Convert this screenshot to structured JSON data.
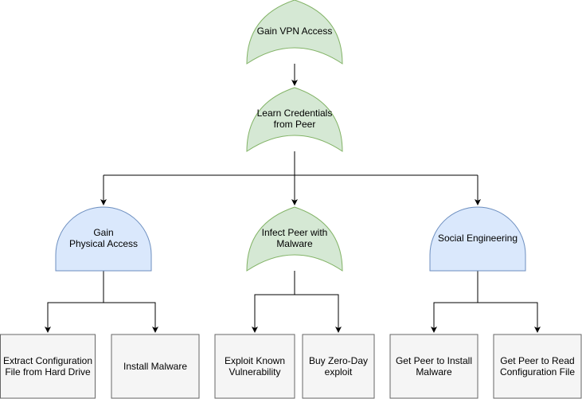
{
  "colors": {
    "or_gate_fill": "#d5e8d4",
    "or_gate_stroke": "#82b366",
    "and_gate_fill": "#dae8fc",
    "and_gate_stroke": "#6c8ebf",
    "leaf_fill": "#f5f5f5",
    "leaf_stroke": "#666666",
    "edge": "#000000"
  },
  "nodes": {
    "gain_vpn": {
      "label": "Gain VPN Access"
    },
    "learn_credentials": {
      "label": "Learn Credentials\nfrom Peer"
    },
    "physical_access": {
      "label": "Gain\nPhysical Access"
    },
    "infect_peer": {
      "label": "Infect Peer with\nMalware"
    },
    "social_engineering": {
      "label": "Social Engineering"
    },
    "extract_config": {
      "label": "Extract Configuration\nFile from Hard Drive"
    },
    "install_malware": {
      "label": "Install Malware"
    },
    "exploit_known": {
      "label": "Exploit Known\nVulnerability"
    },
    "buy_zero_day": {
      "label": "Buy Zero-Day\nexploit"
    },
    "peer_install": {
      "label": "Get Peer to Install\nMalware"
    },
    "peer_read": {
      "label": "Get Peer to Read\nConfiguration File"
    }
  }
}
